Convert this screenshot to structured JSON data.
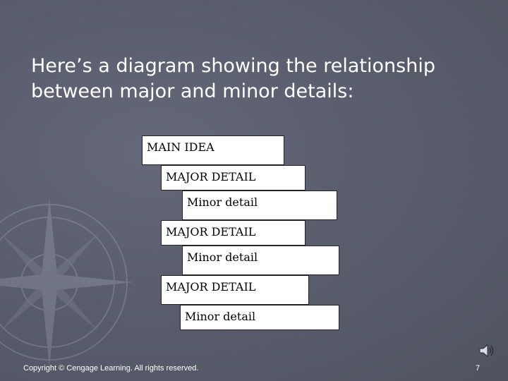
{
  "slide": {
    "title": "Here’s a diagram showing the relationship between major and minor details:",
    "diagram": {
      "main_idea": "MAIN IDEA",
      "blocks": [
        {
          "major": "MAJOR DETAIL",
          "minor": "Minor detail"
        },
        {
          "major": "MAJOR DETAIL",
          "minor": "Minor detail"
        },
        {
          "major": "MAJOR DETAIL",
          "minor": "Minor detail"
        }
      ]
    },
    "footer": {
      "copyright": "Copyright © Cengage Learning. All rights reserved.",
      "page_number": "7"
    },
    "icons": {
      "audio": "speaker-icon",
      "background": "compass-rose-icon"
    },
    "colors": {
      "background": "#585b6b",
      "text": "#ffffff",
      "box": "#ffffff"
    }
  }
}
